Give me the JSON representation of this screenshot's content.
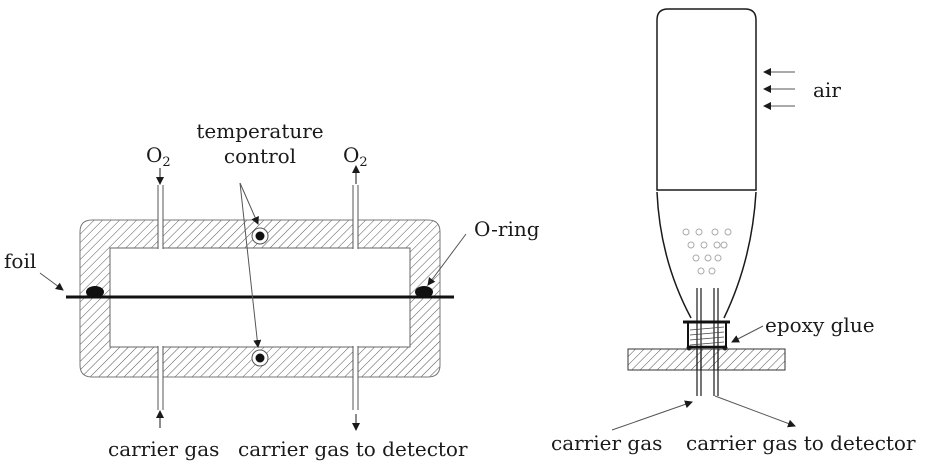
{
  "left_diagram": {
    "labels": {
      "o2_in": "O",
      "o2_in_sub": "2",
      "o2_out": "O",
      "o2_out_sub": "2",
      "temperature_line1": "temperature",
      "temperature_line2": "control",
      "oring": "O-ring",
      "foil": "foil",
      "carrier_in": "carrier gas",
      "carrier_out": "carrier gas to detector"
    }
  },
  "right_diagram": {
    "labels": {
      "air": "air",
      "epoxy": "epoxy glue",
      "carrier_in": "carrier gas",
      "carrier_out": "carrier gas to detector"
    }
  },
  "colors": {
    "ink": "#1a1a1a",
    "hatch": "#555555",
    "bubble": "#aaaaaa"
  }
}
